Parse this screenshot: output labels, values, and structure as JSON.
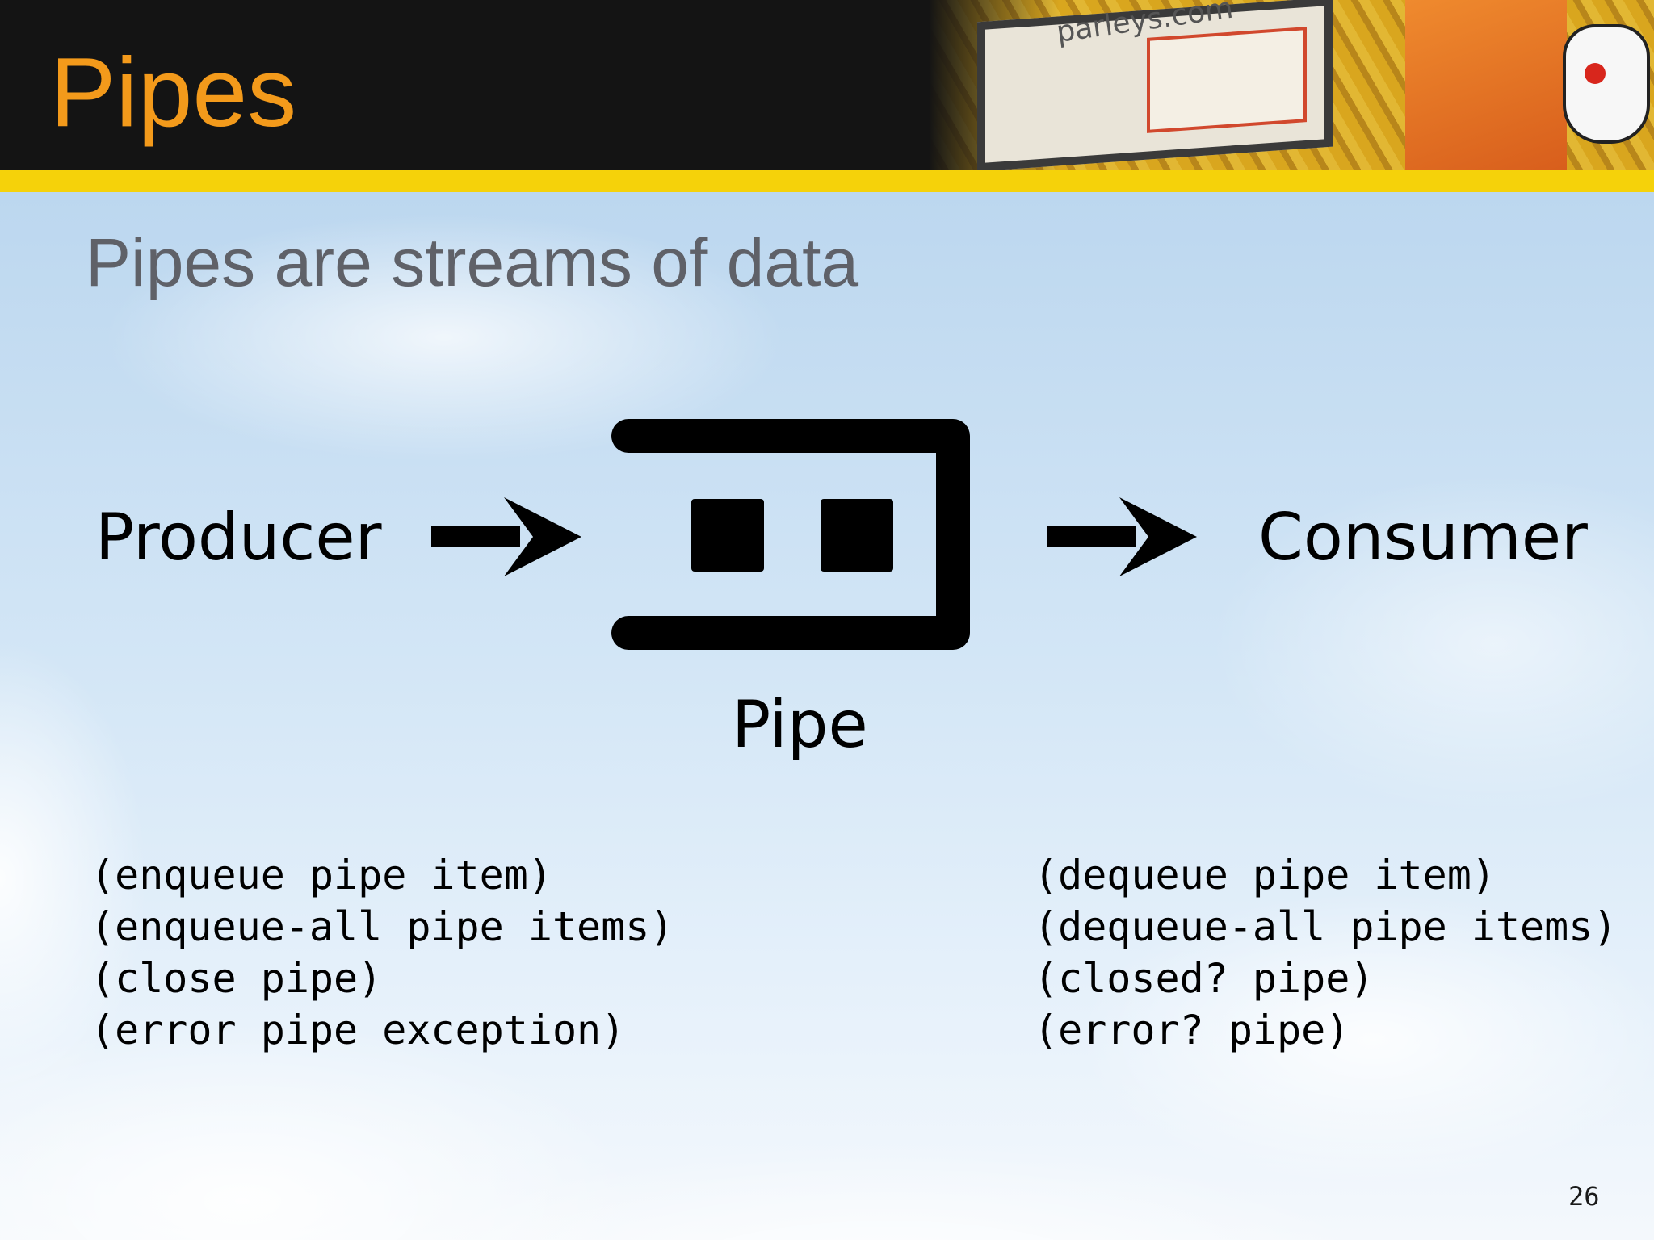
{
  "slide": {
    "title": "Pipes",
    "subtitle": "Pipes are streams of data",
    "page_number": "26",
    "header_watermark": "parleys.com",
    "colors": {
      "header_background": "#141414",
      "title": "#f39a1b",
      "accent_bar": "#f5d20a",
      "subtitle": "#5f6168",
      "diagram": "#000000"
    }
  },
  "diagram": {
    "nodes": [
      {
        "id": "producer",
        "label": "Producer"
      },
      {
        "id": "pipe",
        "label": "Pipe"
      },
      {
        "id": "consumer",
        "label": "Consumer"
      }
    ],
    "edges": [
      {
        "from": "producer",
        "to": "pipe"
      },
      {
        "from": "pipe",
        "to": "consumer"
      }
    ],
    "pipe_items_shown": 2
  },
  "producer_api": [
    "(enqueue pipe item)",
    "(enqueue-all pipe items)",
    "(close pipe)",
    "(error pipe exception)"
  ],
  "consumer_api": [
    "(dequeue pipe item)",
    "(dequeue-all pipe items)",
    "(closed? pipe)",
    "(error? pipe)"
  ]
}
